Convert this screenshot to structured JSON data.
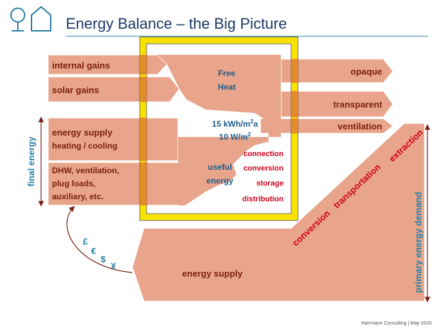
{
  "title": "Energy Balance – the Big Picture",
  "logo_icons": [
    "tree-icon",
    "house-icon"
  ],
  "colors": {
    "flow_fill": "#E8A58B",
    "flow_stroke": "#FFFFFF",
    "frame_yellow": "#F7E200",
    "frame_orange": "#E58B2A",
    "title_color": "#1F3864",
    "blue_text": "#1F5C8C",
    "red_text": "#D0021B",
    "teal_text": "#2A7FA5",
    "dark_text": "#7A1F0F"
  },
  "left_flows": {
    "internal_gains": "internal gains",
    "solar_gains": "solar gains",
    "energy_supply_line1": "energy supply",
    "energy_supply_line2": "heating / cooling",
    "dhw_line1": "DHW, ventilation,",
    "dhw_line2": "plug loads,",
    "dhw_line3": "auxiliary, etc."
  },
  "right_flows": {
    "opaque": "opaque",
    "transparent": "transparent",
    "ventilation": "ventilation"
  },
  "center": {
    "free_heat_line1": "Free",
    "free_heat_line2": "Heat",
    "kwh_prefix": "15 kWh/m",
    "kwh_sup": "2",
    "kwh_suffix": "a",
    "w_prefix": "10 W/m",
    "w_sup": "2",
    "useful_line1": "useful",
    "useful_line2": "energy"
  },
  "process_labels": [
    "connection",
    "conversion",
    "storage",
    "distribution"
  ],
  "diagonal_labels": [
    "conversion",
    "transportation",
    "extraction"
  ],
  "final_energy": "final energy",
  "primary_energy_demand": "primary energy demand",
  "bottom_supply": "energy supply",
  "currencies": [
    "£",
    "€",
    "$",
    "¥"
  ],
  "footer": "Harrmann Consulting | May 2016"
}
